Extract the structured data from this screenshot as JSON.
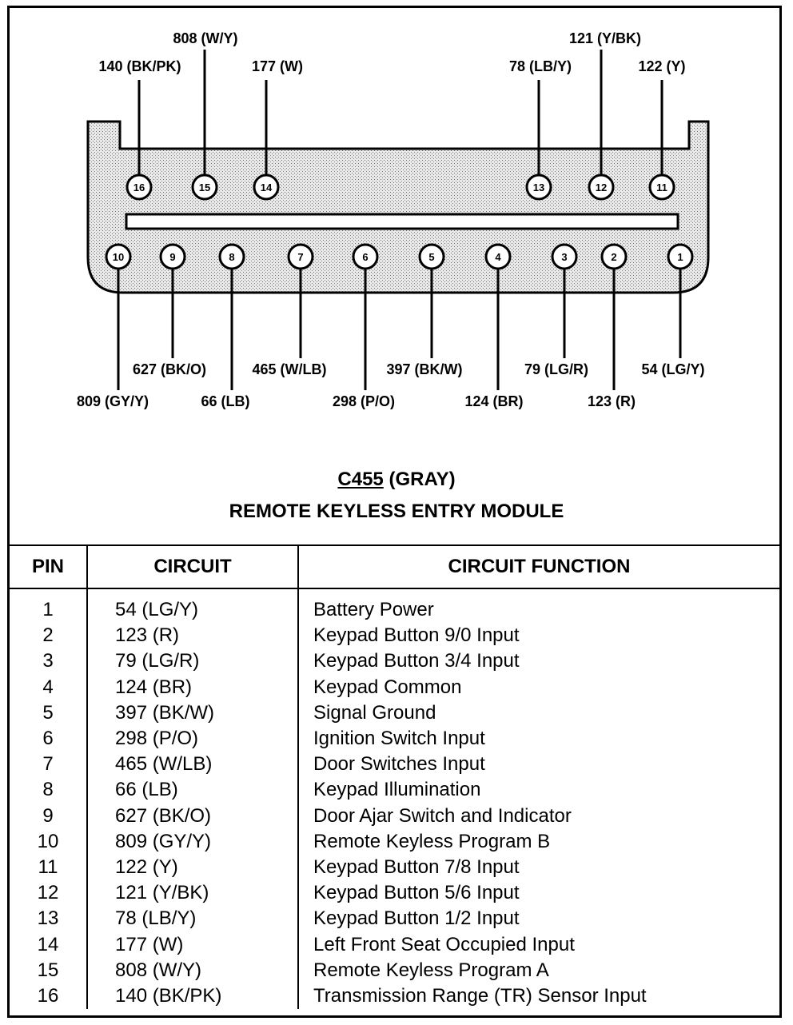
{
  "connector": {
    "id": "C455",
    "color_label": "(GRAY)",
    "module": "REMOTE KEYLESS ENTRY MODULE",
    "top_row": [
      {
        "pin": "16",
        "circuit": "140 (BK/PK)"
      },
      {
        "pin": "15",
        "circuit": "808 (W/Y)"
      },
      {
        "pin": "14",
        "circuit": "177 (W)"
      },
      {
        "pin": "13",
        "circuit": "78 (LB/Y)"
      },
      {
        "pin": "12",
        "circuit": "121 (Y/BK)"
      },
      {
        "pin": "11",
        "circuit": "122 (Y)"
      }
    ],
    "bottom_row": [
      {
        "pin": "10",
        "circuit": "809 (GY/Y)"
      },
      {
        "pin": "9",
        "circuit": "627 (BK/O)"
      },
      {
        "pin": "8",
        "circuit": "66 (LB)"
      },
      {
        "pin": "7",
        "circuit": "465 (W/LB)"
      },
      {
        "pin": "6",
        "circuit": "298 (P/O)"
      },
      {
        "pin": "5",
        "circuit": "397 (BK/W)"
      },
      {
        "pin": "4",
        "circuit": "124 (BR)"
      },
      {
        "pin": "3",
        "circuit": "79 (LG/R)"
      },
      {
        "pin": "2",
        "circuit": "123 (R)"
      },
      {
        "pin": "1",
        "circuit": "54 (LG/Y)"
      }
    ]
  },
  "table": {
    "headers": {
      "pin": "PIN",
      "circuit": "CIRCUIT",
      "function": "CIRCUIT FUNCTION"
    },
    "rows": [
      {
        "pin": "1",
        "circuit": "54 (LG/Y)",
        "function": "Battery Power"
      },
      {
        "pin": "2",
        "circuit": "123 (R)",
        "function": "Keypad Button 9/0 Input"
      },
      {
        "pin": "3",
        "circuit": "79 (LG/R)",
        "function": "Keypad Button 3/4 Input"
      },
      {
        "pin": "4",
        "circuit": "124 (BR)",
        "function": "Keypad Common"
      },
      {
        "pin": "5",
        "circuit": "397 (BK/W)",
        "function": "Signal Ground"
      },
      {
        "pin": "6",
        "circuit": "298 (P/O)",
        "function": "Ignition Switch Input"
      },
      {
        "pin": "7",
        "circuit": "465 (W/LB)",
        "function": "Door Switches Input"
      },
      {
        "pin": "8",
        "circuit": "66 (LB)",
        "function": "Keypad Illumination"
      },
      {
        "pin": "9",
        "circuit": "627 (BK/O)",
        "function": "Door Ajar Switch and Indicator"
      },
      {
        "pin": "10",
        "circuit": "809 (GY/Y)",
        "function": "Remote Keyless Program B"
      },
      {
        "pin": "11",
        "circuit": "122 (Y)",
        "function": "Keypad Button 7/8 Input"
      },
      {
        "pin": "12",
        "circuit": "121 (Y/BK)",
        "function": "Keypad Button 5/6 Input"
      },
      {
        "pin": "13",
        "circuit": "78 (LB/Y)",
        "function": "Keypad Button 1/2 Input"
      },
      {
        "pin": "14",
        "circuit": "177 (W)",
        "function": "Left Front Seat Occupied Input"
      },
      {
        "pin": "15",
        "circuit": "808 (W/Y)",
        "function": "Remote Keyless Program A"
      },
      {
        "pin": "16",
        "circuit": "140 (BK/PK)",
        "function": "Transmission Range (TR) Sensor Input"
      }
    ]
  }
}
